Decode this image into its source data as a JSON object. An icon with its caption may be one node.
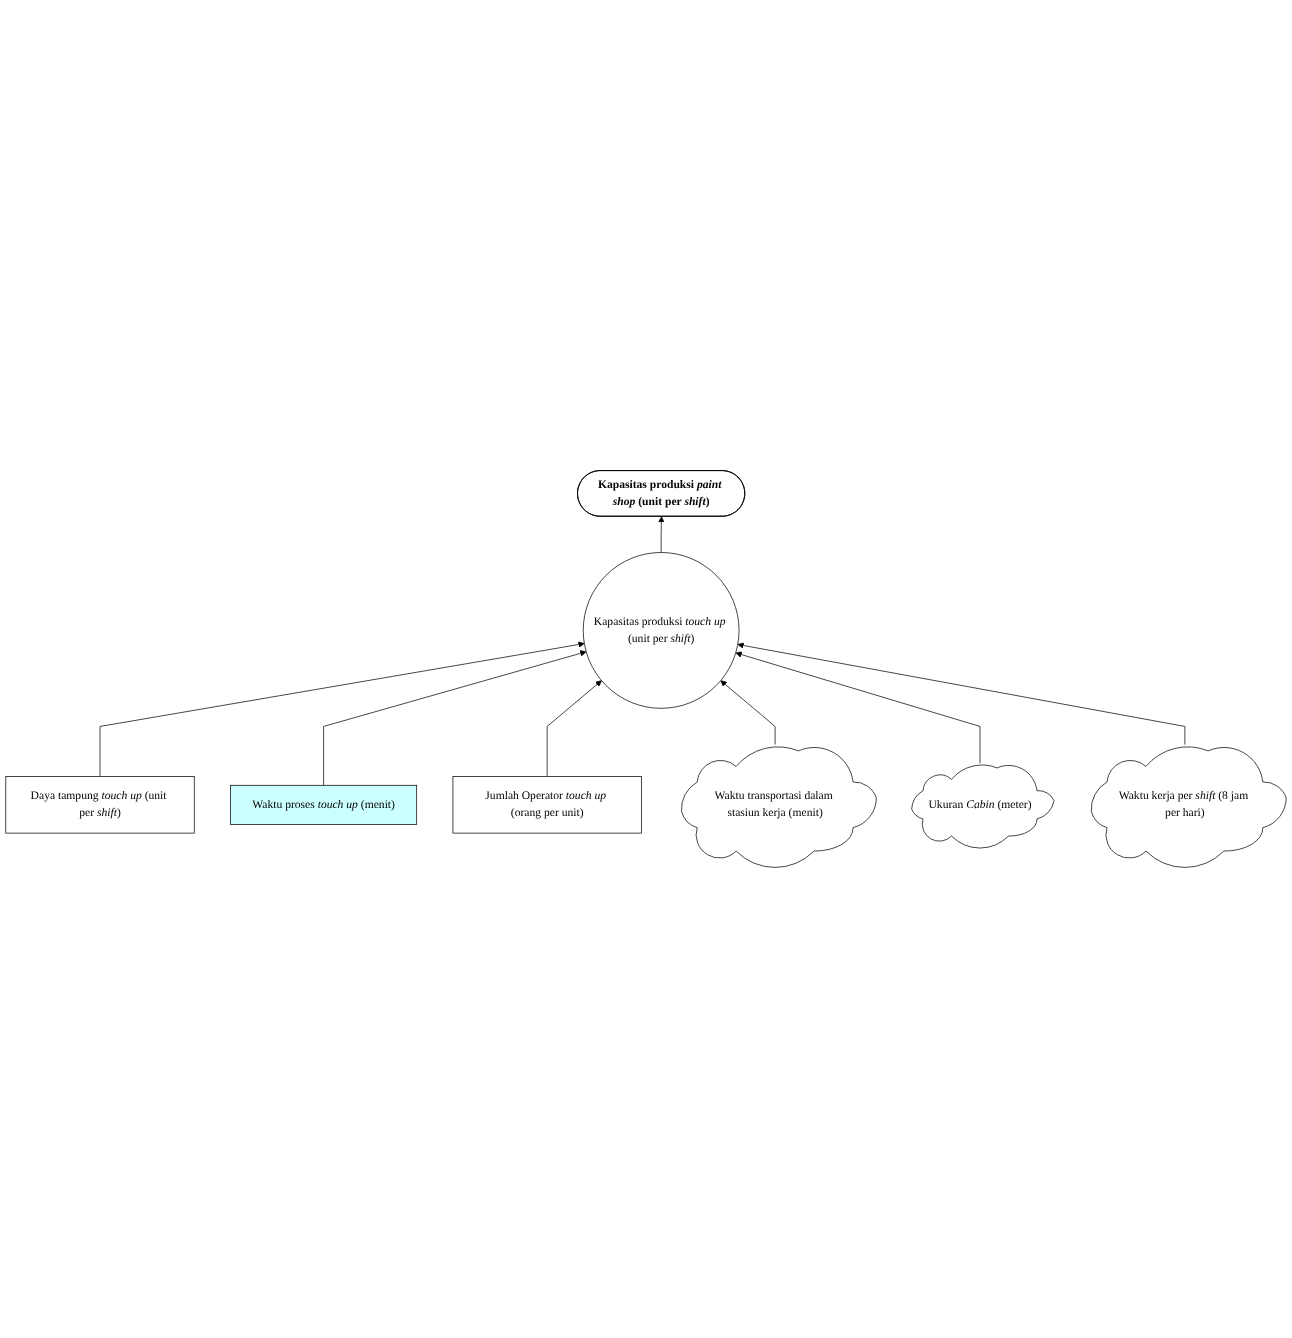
{
  "diagram": {
    "nodes": [
      {
        "text": [
          "Kapasitas produksi *paint shop* (unit per *shift*)"
        ]
      },
      {
        "text": [
          "Kapasitas produksi *touch up* (unit per *shift*)"
        ]
      },
      {
        "text": [
          "Daya tampung *touch up* (unit per *shift*)"
        ]
      },
      {
        "text": [
          "Waktu proses *touch up* (menit)"
        ]
      },
      {
        "text": [
          "Jumlah Operator *touch up* (orang per unit)"
        ]
      },
      {
        "text": [
          "Waktu kerja per *shift* (8 jam per hari)"
        ]
      },
      {
        "text": [
          "Ukuran *Cabin* (meter)"
        ]
      },
      {
        "text": [
          "Waktu transportasi dalam stasiun kerja (menit)"
        ]
      }
    ],
    "edges": [
      {
        "from": 1,
        "to": 0,
        "arrow": "to"
      },
      {
        "from": 2,
        "to": 1,
        "arrow": "to"
      },
      {
        "from": 3,
        "to": 1,
        "arrow": "to"
      },
      {
        "from": 4,
        "to": 1,
        "arrow": "to"
      },
      {
        "from": 7,
        "to": 1,
        "arrow": "to"
      },
      {
        "from": 6,
        "to": 1,
        "arrow": "to"
      },
      {
        "from": 5,
        "to": 1,
        "arrow": "to"
      }
    ]
  }
}
